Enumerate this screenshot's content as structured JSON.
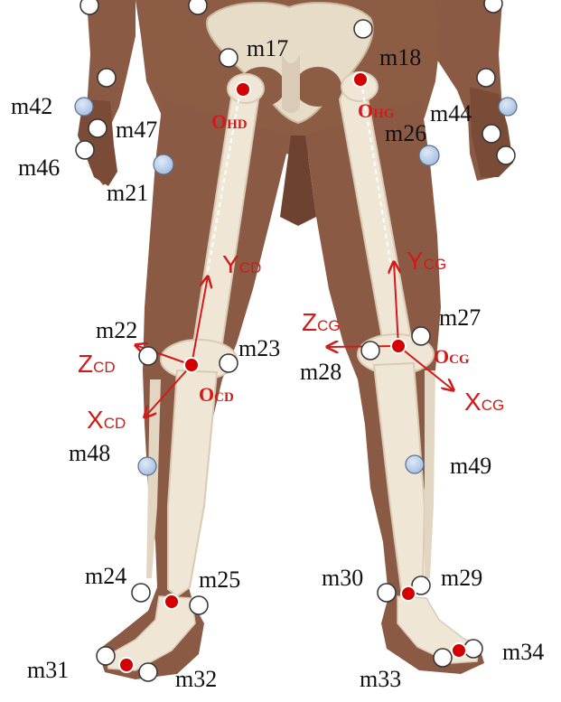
{
  "colors": {
    "skin": "#8b5a44",
    "skin_dark": "#6e4231",
    "bone": "#efe6d6",
    "bone_shade": "#d9cbb5",
    "marker_white": "#ffffff",
    "marker_blue": "#b9cde8",
    "joint_red": "#d40000",
    "axis_red": "#d11a1a"
  },
  "markers": {
    "m17": "m17",
    "m18": "m18",
    "m42": "m42",
    "m47": "m47",
    "m44": "m44",
    "m26": "m26",
    "m46": "m46",
    "m21": "m21",
    "m22": "m22",
    "m23": "m23",
    "m27": "m27",
    "m28": "m28",
    "m48": "m48",
    "m49": "m49",
    "m24": "m24",
    "m25": "m25",
    "m30": "m30",
    "m29": "m29",
    "m31": "m31",
    "m32": "m32",
    "m33": "m33",
    "m34": "m34"
  },
  "frames": {
    "hip_right": {
      "origin_main": "O",
      "origin_sub": "HD"
    },
    "hip_left": {
      "origin_main": "O",
      "origin_sub": "HG"
    },
    "knee_right": {
      "y_main": "Y",
      "y_sub": "CD",
      "z_main": "Z",
      "z_sub": "CD",
      "x_main": "X",
      "x_sub": "CD",
      "origin_main": "O",
      "origin_sub": "CD"
    },
    "knee_left": {
      "y_main": "Y",
      "y_sub": "CG",
      "z_main": "Z",
      "z_sub": "CG",
      "x_main": "X",
      "x_sub": "CG",
      "origin_main": "O",
      "origin_sub": "CG"
    }
  }
}
